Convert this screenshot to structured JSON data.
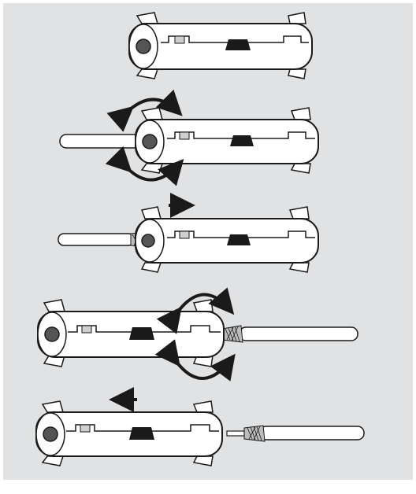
{
  "diagram": {
    "background": "#e1e2e4",
    "tool_fill": "#ffffff",
    "outline": "#1a1a1a",
    "slider": "#1a1a1a",
    "tab_fill": "#cfcfcf",
    "braid": "#bdbdbd",
    "steps": [
      {
        "step": 1,
        "orientation": "right",
        "cable": "none",
        "arrow": "none"
      },
      {
        "step": 2,
        "orientation": "right",
        "cable": "jacket-inserted",
        "arrow": "rotate"
      },
      {
        "step": 3,
        "orientation": "right",
        "cable": "braid-exposed",
        "arrow": "pull-right"
      },
      {
        "step": 4,
        "orientation": "left",
        "cable": "braid-exposed",
        "arrow": "rotate"
      },
      {
        "step": 5,
        "orientation": "left",
        "cable": "conductor-exposed",
        "arrow": "pull-left"
      }
    ]
  }
}
